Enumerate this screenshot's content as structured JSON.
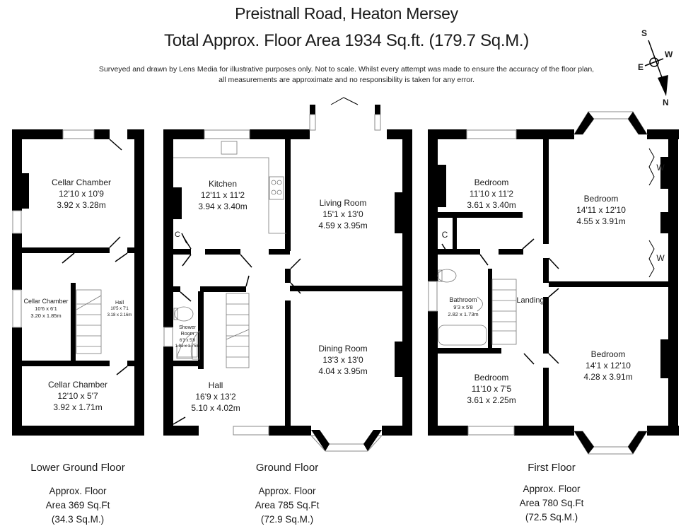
{
  "header": {
    "title": "Preistnall Road, Heaton Mersey",
    "total_area": "Total Approx. Floor Area 1934 Sq.ft. (179.7 Sq.M.)",
    "disclaimer_line1": "Surveyed and drawn by Lens Media for illustrative purposes only. Not to scale. Whilst every attempt was made to ensure the accuracy of the floor plan,",
    "disclaimer_line2": "all measurements are approximate and no responsibility is taken for any error."
  },
  "compass": {
    "s": "S",
    "w": "W",
    "e": "E",
    "n": "N"
  },
  "floors": [
    {
      "name": "Lower Ground Floor",
      "area_line1": "Approx. Floor",
      "area_line2": "Area 369 Sq.Ft",
      "area_line3": "(34.3 Sq.M.)",
      "rooms": [
        {
          "name": "Cellar Chamber",
          "imperial": "12'10 x 10'9",
          "metric": "3.92 x 3.28m"
        },
        {
          "name": "Cellar Chamber",
          "imperial": "10'6 x 6'1",
          "metric": "3.20 x 1.85m"
        },
        {
          "name": "Hall",
          "imperial": "10'5 x 7'1",
          "metric": "3.18 x 2.16m"
        },
        {
          "name": "Cellar Chamber",
          "imperial": "12'10 x 5'7",
          "metric": "3.92 x 1.71m"
        }
      ]
    },
    {
      "name": "Ground Floor",
      "area_line1": "Approx. Floor",
      "area_line2": "Area 785 Sq.Ft",
      "area_line3": "(72.9 Sq.M.)",
      "rooms": [
        {
          "name": "Kitchen",
          "imperial": "12'11 x 11'2",
          "metric": "3.94 x 3.40m"
        },
        {
          "name": "Living Room",
          "imperial": "15'1 x 13'0",
          "metric": "4.59 x 3.95m"
        },
        {
          "name": "Shower Room",
          "imperial": "6'3 x 5'9",
          "metric": "1.91 x 1.75m"
        },
        {
          "name": "Dining Room",
          "imperial": "13'3 x 13'0",
          "metric": "4.04 x 3.95m"
        },
        {
          "name": "Hall",
          "imperial": "16'9 x 13'2",
          "metric": "5.10 x 4.02m"
        }
      ],
      "cupboard": "C"
    },
    {
      "name": "First Floor",
      "area_line1": "Approx. Floor",
      "area_line2": "Area 780 Sq.Ft",
      "area_line3": "(72.5 Sq.M.)",
      "rooms": [
        {
          "name": "Bedroom",
          "imperial": "11'10 x 11'2",
          "metric": "3.61 x 3.40m"
        },
        {
          "name": "Bedroom",
          "imperial": "14'11 x 12'10",
          "metric": "4.55 x 3.91m"
        },
        {
          "name": "Bathroom",
          "imperial": "9'3 x 5'8",
          "metric": "2.82 x 1.73m"
        },
        {
          "name": "Landing",
          "imperial": "",
          "metric": ""
        },
        {
          "name": "Bedroom",
          "imperial": "14'1 x 12'10",
          "metric": "4.28 x 3.91m"
        },
        {
          "name": "Bedroom",
          "imperial": "11'10 x 7'5",
          "metric": "3.61 x 2.25m"
        }
      ],
      "cupboard": "C",
      "wardrobe": "W"
    }
  ]
}
